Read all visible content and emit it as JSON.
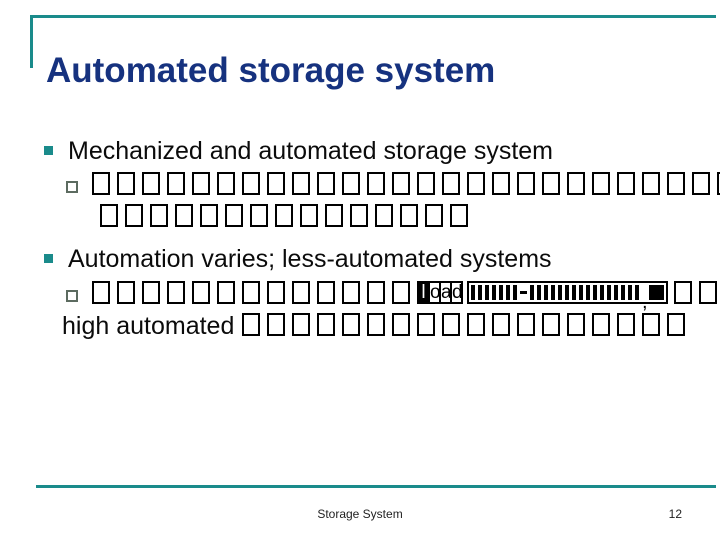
{
  "slide": {
    "title": "Automated storage system",
    "footer_label": "Storage System",
    "page_number": "12",
    "colors": {
      "accent_teal": "#1a8b8b",
      "title_navy": "#16327f",
      "body_text": "#0b0b0b",
      "sub_bullet_outline": "#5c6b60"
    },
    "bullets": [
      {
        "text": "Mechanized and automated storage system",
        "sub_lines": [
          {
            "has_marker": true,
            "segments": [
              {
                "type": "boxes",
                "count": 26
              }
            ]
          },
          {
            "has_marker": false,
            "segments": [
              {
                "type": "boxes",
                "count": 15
              }
            ]
          }
        ]
      },
      {
        "text": "Automation varies; less-automated systems",
        "sub_lines": [
          {
            "has_marker": true,
            "segments": [
              {
                "type": "boxes",
                "count": 13
              },
              {
                "type": "glyph_cluster",
                "letters": "load"
              },
              {
                "type": "bar_band",
                "bars_before_dash": 7,
                "bars_after_dash": 16,
                "comma": ",",
                "solid_tail": true
              },
              {
                "type": "boxes",
                "count": 2
              }
            ]
          },
          {
            "has_marker": false,
            "segments": [
              {
                "type": "text",
                "text": "high automated"
              },
              {
                "type": "boxes",
                "count": 18
              }
            ]
          }
        ]
      }
    ]
  }
}
